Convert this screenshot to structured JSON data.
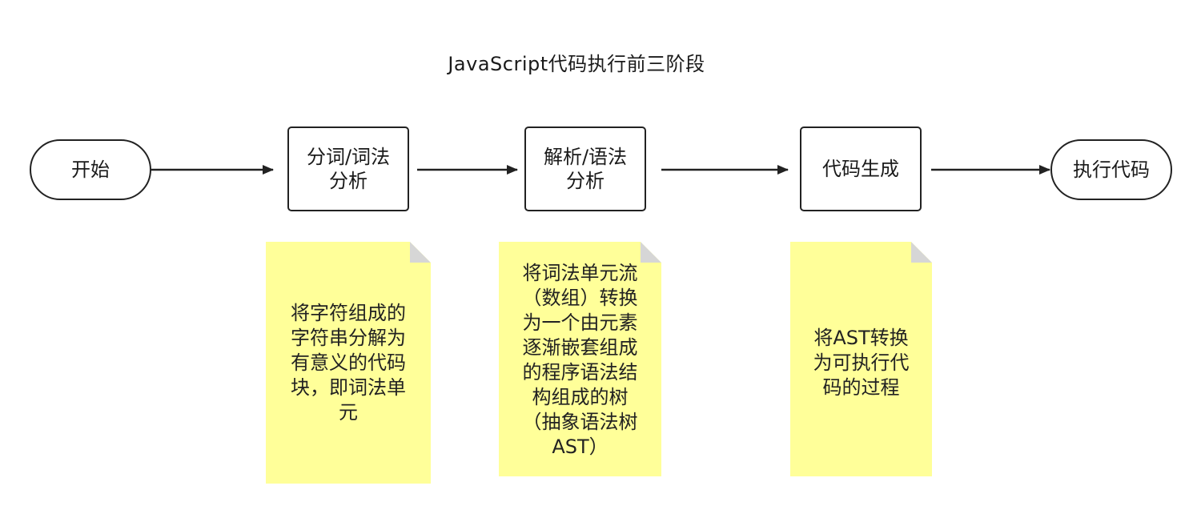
{
  "title": "JavaScript代码执行前三阶段",
  "nodes": {
    "start": "开始",
    "tokenize_line1": "分词/词法",
    "tokenize_line2": "分析",
    "parse_line1": "解析/语法",
    "parse_line2": "分析",
    "codegen": "代码生成",
    "execute": "执行代码"
  },
  "notes": {
    "tokenize": [
      "将字符组成的",
      "字符串分解为",
      "有意义的代码",
      "块，即词法单",
      "元"
    ],
    "parse": [
      "将词法单元流",
      "（数组）转换",
      "为一个由元素",
      "逐渐嵌套组成",
      "的程序语法结",
      "构组成的树",
      "（抽象语法树",
      "AST）"
    ],
    "codegen": [
      "将AST转换",
      "为可执行代",
      "码的过程"
    ]
  },
  "colors": {
    "note_fill": "#ffff99",
    "note_fold": "#d6d6d6",
    "stroke": "#222222"
  }
}
